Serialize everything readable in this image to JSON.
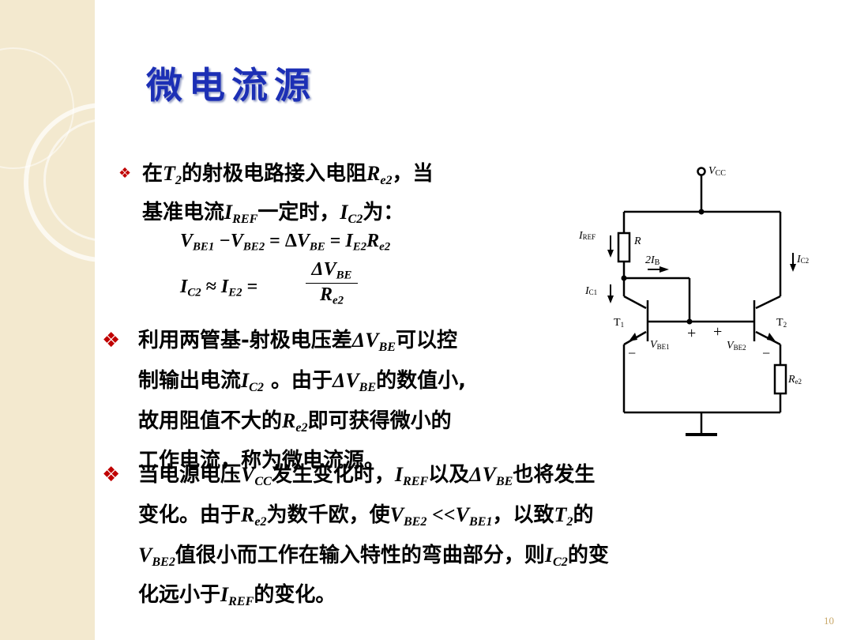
{
  "title": "微电流源",
  "bullet1": {
    "line1": {
      "a": "在",
      "t": "T",
      "t_sub": "2",
      "b": "的射极电路接入电阻",
      "r": "R",
      "r_sub": "e2",
      "c": "，当"
    },
    "line2": {
      "a": "基准电流",
      "i": "I",
      "i_sub": "REF",
      "b": "一定时，",
      "ic": "I",
      "ic_sub": "C2",
      "c": "为："
    }
  },
  "eq1": {
    "lhs1": "V",
    "lhs1_sub": "BE1",
    "minus": " −",
    "lhs2": "V",
    "lhs2_sub": "BE2",
    "eq": " = Δ",
    "mid": "V",
    "mid_sub": "BE",
    "eq2": " = ",
    "rhs1": "I",
    "rhs1_sub": "E2",
    "rhs2": "R",
    "rhs2_sub": "e2"
  },
  "eq2": {
    "lhs": "I",
    "lhs_sub": "C2",
    "approx": " ≈ ",
    "mid": "I",
    "mid_sub": "E2",
    "eq": " = ",
    "num": "ΔV",
    "num_sub": "BE",
    "den": "R",
    "den_sub": "e2"
  },
  "bullet2": {
    "l1a": "利用两管基-射极电压差",
    "l1v": "ΔV",
    "l1v_sub": "BE",
    "l1b": "可以控",
    "l2a": "制输出电流",
    "l2i": "I",
    "l2i_sub": "C2",
    "l2b": " 。由于",
    "l2v": "ΔV",
    "l2v_sub": "BE",
    "l2c": "的数值小,",
    "l3a": "故用阻值不大的",
    "l3r": "R",
    "l3r_sub": "e2",
    "l3b": "即可获得微小的",
    "l4": "工作电流，称为微电流源。"
  },
  "bullet3": {
    "l1a": "当电源电压",
    "l1v": "V",
    "l1v_sub": "CC",
    "l1b": "发生变化时，",
    "l1i": "I",
    "l1i_sub": "REF",
    "l1c": "以及",
    "l1d": "ΔV",
    "l1d_sub": "BE",
    "l1e": "也将发生",
    "l2a": "变化。由于",
    "l2r": "R",
    "l2r_sub": "e2",
    "l2b": "为数千欧，使",
    "l2v1": "V",
    "l2v1_sub": "BE2",
    "l2lt": " <<",
    "l2v2": "V",
    "l2v2_sub": "BE1",
    "l2c": "，以致",
    "l2t": "T",
    "l2t_sub": "2",
    "l2d": "的",
    "l3v": "V",
    "l3v_sub": "BE2",
    "l3a": "值很小而工作在输入特性的弯曲部分，则",
    "l3i": "I",
    "l3i_sub": "C2",
    "l3b": "的变",
    "l4a": "化远小于",
    "l4i": "I",
    "l4i_sub": "REF",
    "l4b": "的变化。"
  },
  "circuit": {
    "vcc": "V",
    "vcc_sub": "CC",
    "iref": "I",
    "iref_sub": "REF",
    "r": "R",
    "ib": "2I",
    "ib_sub": "B",
    "ic1": "I",
    "ic1_sub": "C1",
    "ic2": "I",
    "ic2_sub": "C2",
    "t1": "T",
    "t1_sub": "1",
    "t2": "T",
    "t2_sub": "2",
    "vbe1": "V",
    "vbe1_sub": "BE1",
    "vbe2": "V",
    "vbe2_sub": "BE2",
    "re2": "R",
    "re2_sub": "e2",
    "plus": "+",
    "minus": "−"
  },
  "page_number": "10"
}
